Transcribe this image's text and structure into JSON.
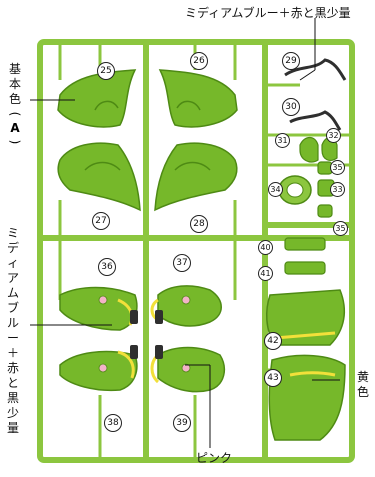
{
  "labels": {
    "top_label": "ミディアムブルー＋赤と黒少量",
    "base_color": "基本色",
    "base_color_code": "A",
    "left_label_vertical": "ミディアムブルー＋赤と黒少量",
    "yellow_label": "黄色",
    "pink_label": "ピンク"
  },
  "parts": [
    "25",
    "26",
    "27",
    "28",
    "29",
    "30",
    "31",
    "32",
    "33",
    "34",
    "35",
    "35",
    "36",
    "37",
    "38",
    "39",
    "40",
    "41",
    "42",
    "43"
  ],
  "colors": {
    "runner": "#8cc63f",
    "part": "#76b82a",
    "part_dark": "#4e8a14",
    "accent_yellow": "#f2e03a",
    "accent_pink": "#f3b3c7",
    "dark_paint": "#2f2f2f"
  }
}
